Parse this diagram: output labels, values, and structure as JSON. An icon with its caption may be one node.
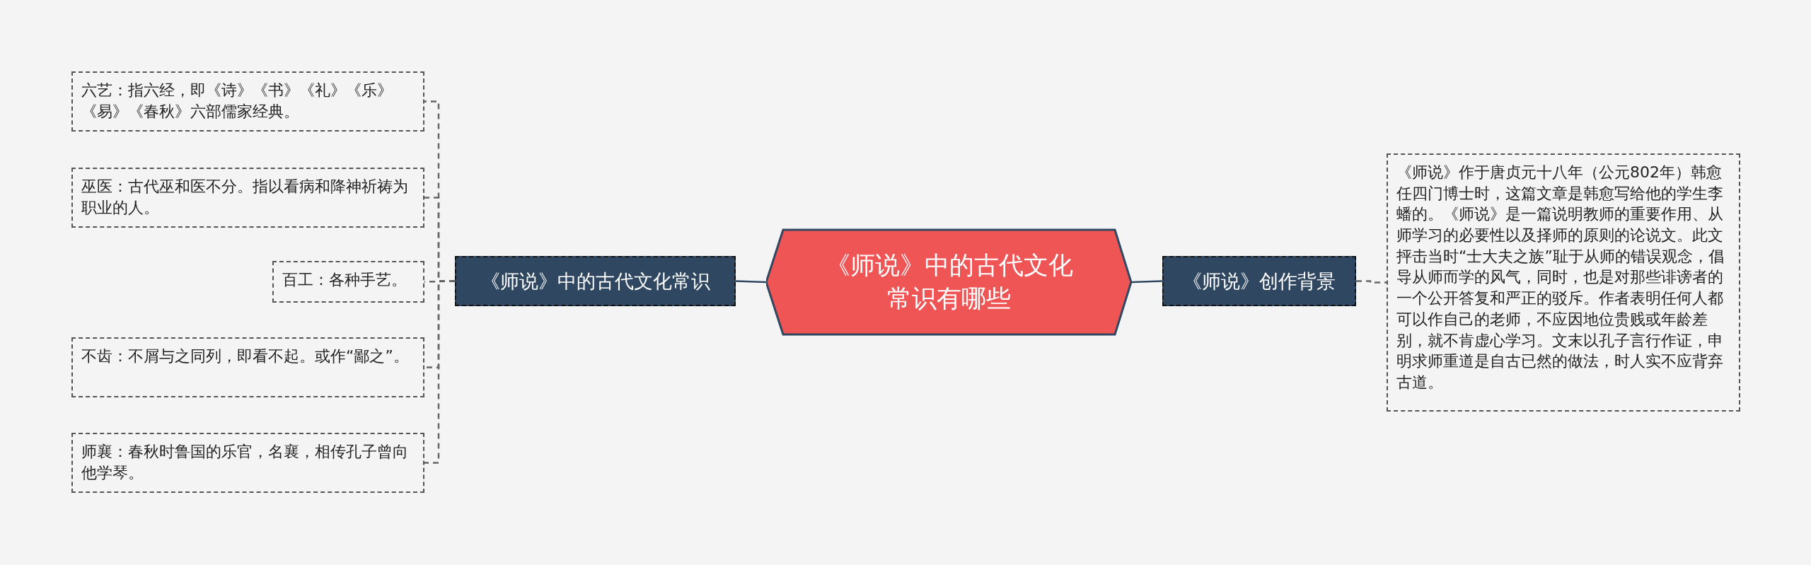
{
  "diagram": {
    "nodes": [
      {
        "text": [
          "《师说》中的古代文化常识有哪些"
        ]
      },
      {
        "text": [
          "《师说》中的古代文化常识"
        ]
      },
      {
        "text": [
          "六艺：指六经，即《诗》《书》《礼》《乐》《易》《春秋》六部儒家经典。"
        ]
      },
      {
        "text": [
          "巫医：古代巫和医不分。指以看病和降神祈祷为职业的人。"
        ]
      },
      {
        "text": [
          "百工：各种手艺。"
        ]
      },
      {
        "text": [
          "不齿：不屑与之同列，即看不起。或作“鄙之”。"
        ]
      },
      {
        "text": [
          "师襄：春秋时鲁国的乐官，名襄，相传孔子曾向他学琴。"
        ]
      },
      {
        "text": [
          "《师说》创作背景"
        ]
      },
      {
        "text": [
          "《师说》作于唐贞元十八年（公元802年）韩愈任四门博士时，这篇文章是韩愈写给他的学生李蟠的。《师说》是一篇说明教师的重要作用、从师学习的必要性以及择师的原则的论说文。此文抨击当时“士大夫之族”耻于从师的错误观念，倡导从师而学的风气，同时，也是对那些诽谤者的一个公开答复和严正的驳斥。作者表明任何人都可以作自己的老师，不应因地位贵贱或年龄差别，就不肯虚心学习。文末以孔子言行作证，申明求师重道是自古已然的做法，时人实不应背弃古道。"
        ]
      }
    ],
    "edges": [
      {
        "from": 0,
        "to": 1,
        "arrow": "none"
      },
      {
        "from": 1,
        "to": 2,
        "arrow": "none",
        "style": "dashed",
        "color": "#666666"
      },
      {
        "from": 1,
        "to": 3,
        "arrow": "none",
        "style": "dashed",
        "color": "#666666"
      },
      {
        "from": 1,
        "to": 4,
        "arrow": "none",
        "style": "dashed",
        "color": "#666666"
      },
      {
        "from": 1,
        "to": 5,
        "arrow": "none",
        "style": "dashed",
        "color": "#666666"
      },
      {
        "from": 1,
        "to": 6,
        "arrow": "none",
        "style": "dashed",
        "color": "#666666"
      },
      {
        "from": 0,
        "to": 7,
        "arrow": "none"
      },
      {
        "from": 7,
        "to": 8,
        "arrow": "none",
        "style": "dashed",
        "color": "#666666"
      }
    ]
  }
}
